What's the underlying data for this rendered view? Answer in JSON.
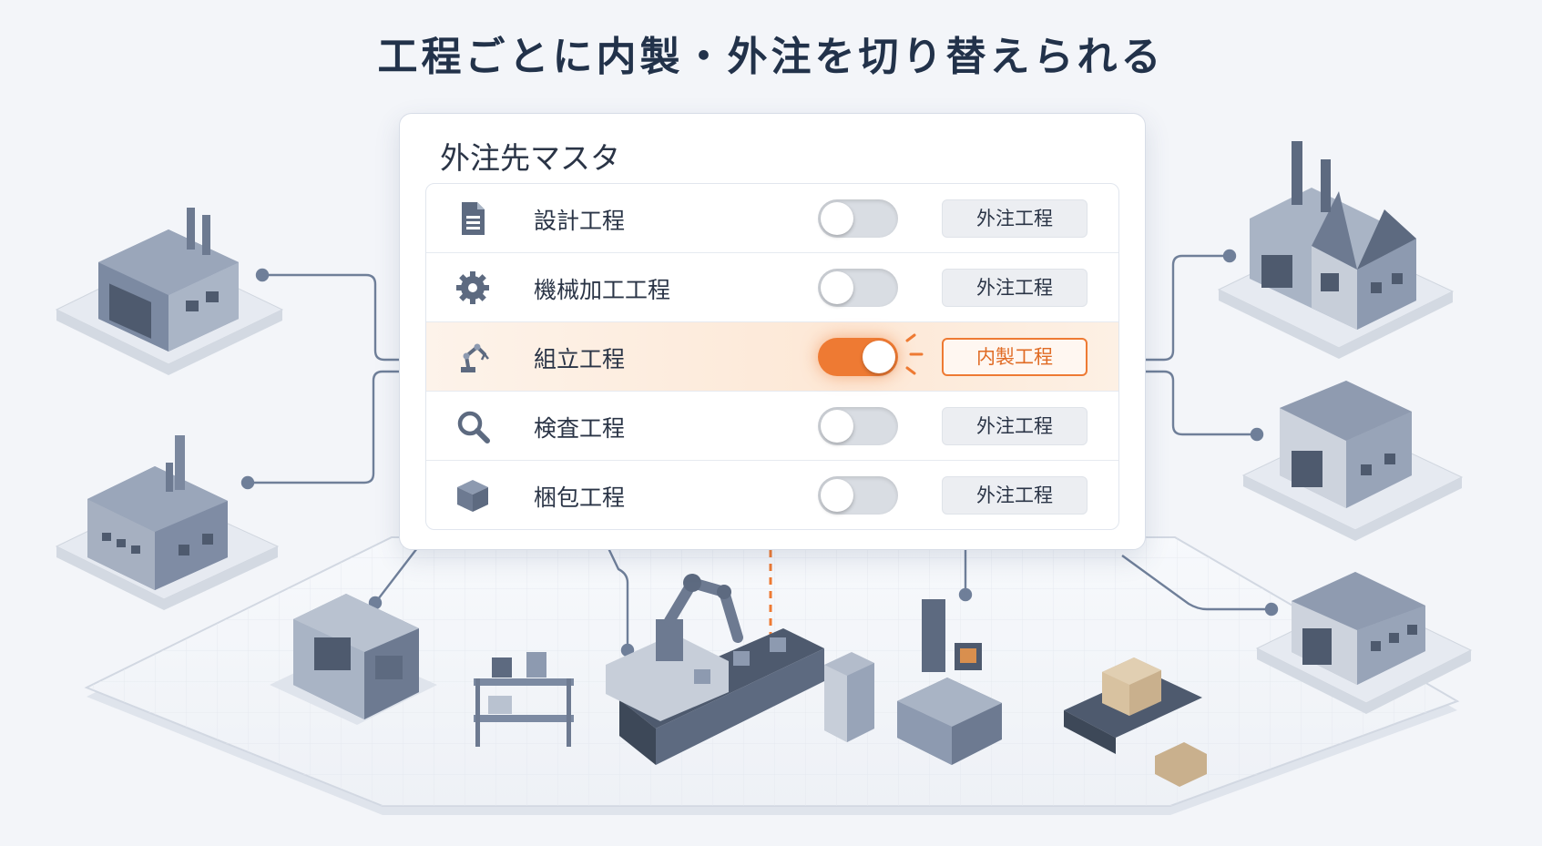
{
  "headline": "工程ごとに内製・外注を切り替えられる",
  "panel": {
    "title": "外注先マスタ",
    "processes": [
      {
        "label": "設計工程",
        "icon": "document-icon",
        "toggle_on": false,
        "status": "外注工程"
      },
      {
        "label": "機械加工工程",
        "icon": "gear-icon",
        "toggle_on": false,
        "status": "外注工程"
      },
      {
        "label": "組立工程",
        "icon": "robot-arm-icon",
        "toggle_on": true,
        "status": "内製工程"
      },
      {
        "label": "検査工程",
        "icon": "magnifier-icon",
        "toggle_on": false,
        "status": "外注工程"
      },
      {
        "label": "梱包工程",
        "icon": "box-icon",
        "toggle_on": false,
        "status": "外注工程"
      }
    ]
  },
  "colors": {
    "accent_orange": "#ee7a33",
    "slate": "#6f7f99",
    "dark_text": "#22324a",
    "background": "#f3f5f9"
  },
  "scene": {
    "left_factories": [
      "factory-icon",
      "factory-icon"
    ],
    "right_factories": [
      "factory-icon",
      "warehouse-icon",
      "warehouse-icon"
    ],
    "floor_machines": [
      "cnc-machine-icon",
      "parts-shelf-icon",
      "robot-arm-conveyor-icon",
      "cabinet-icon",
      "inspection-station-icon",
      "packing-conveyor-icon"
    ]
  }
}
